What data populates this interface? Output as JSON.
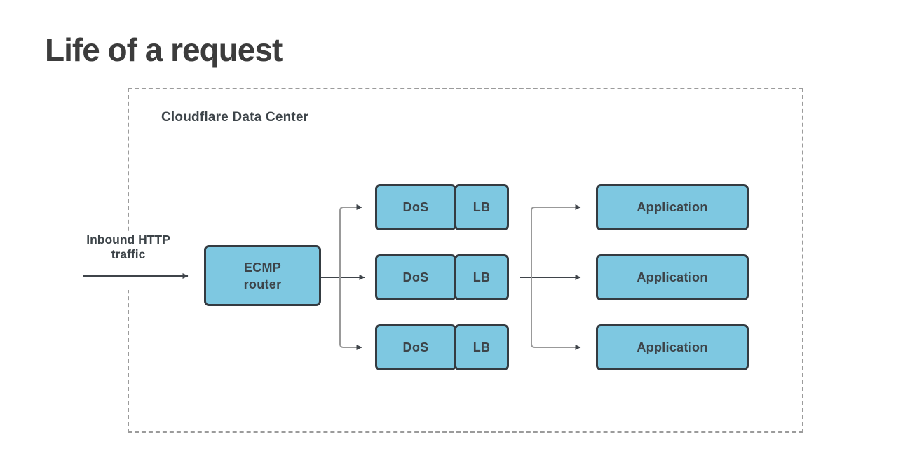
{
  "title": "Life of a request",
  "diagram": {
    "container_label": "Cloudflare Data Center",
    "inbound": {
      "line1": "Inbound HTTP",
      "line2": "traffic"
    },
    "ecmp": {
      "line1": "ECMP",
      "line2": "router"
    },
    "dos_lb_rows": [
      {
        "dos": "DoS",
        "lb": "LB"
      },
      {
        "dos": "DoS",
        "lb": "LB"
      },
      {
        "dos": "DoS",
        "lb": "LB"
      }
    ],
    "application_rows": [
      {
        "label": "Application"
      },
      {
        "label": "Application"
      },
      {
        "label": "Application"
      }
    ]
  },
  "colors": {
    "node_fill": "#7ec8e1",
    "node_border": "#343b41",
    "node_text": "#3d4449",
    "line_gray": "#999999",
    "line_dark": "#3f444a",
    "dashed_border": "#9b9b9b",
    "title_color": "#3c3c3c",
    "label_text": "#3d4449"
  }
}
